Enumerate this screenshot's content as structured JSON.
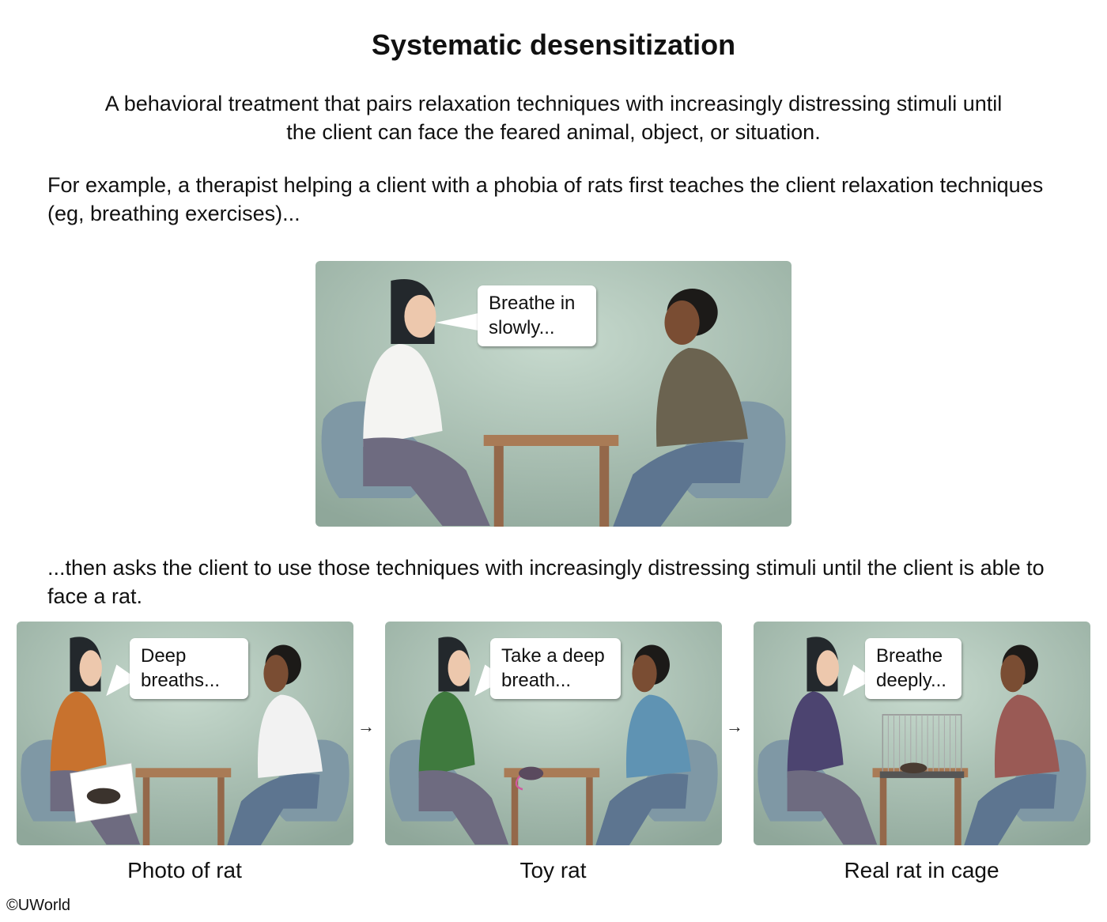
{
  "title": "Systematic desensitization",
  "subtitle": "A behavioral treatment that pairs relaxation techniques with increasingly distressing stimuli until the client can face the feared animal, object, or situation.",
  "intro": "For example, a therapist helping a client with a phobia of rats first teaches the client relaxation techniques (eg, breathing exercises)...",
  "main_scene": {
    "speech": "Breathe in\nslowly..."
  },
  "followup": "...then asks the client to use those techniques with increasingly distressing stimuli until the client is able to face a rat.",
  "steps": [
    {
      "speech": "Deep\nbreaths...",
      "caption": "Photo of rat",
      "therapist_color": "#c8722e",
      "client_color": "#f2f2f2"
    },
    {
      "speech": "Take a deep\nbreath...",
      "caption": "Toy rat",
      "therapist_color": "#3f7a3e",
      "client_color": "#5f93b3"
    },
    {
      "speech": "Breathe\ndeeply...",
      "caption": "Real rat in cage",
      "therapist_color": "#4c4470",
      "client_color": "#9a5a55"
    }
  ],
  "arrow_glyph": "→",
  "copyright": "©UWorld"
}
